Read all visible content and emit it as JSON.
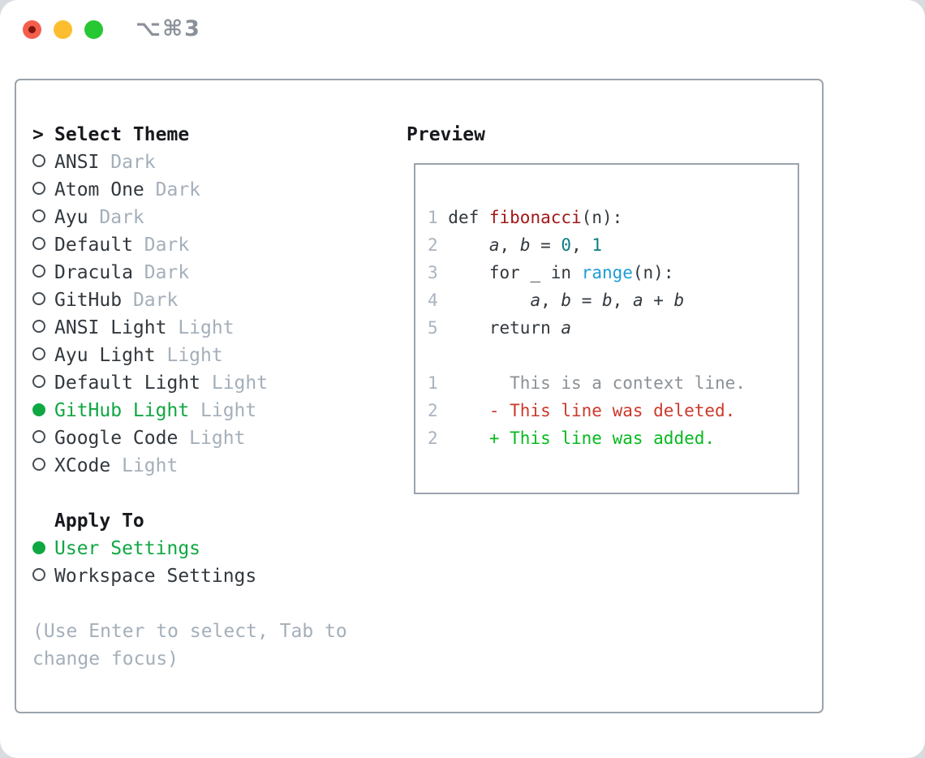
{
  "window": {
    "shortcut_label": "⌥⌘3",
    "traffic_lights": [
      "close",
      "minimize",
      "zoom"
    ]
  },
  "theme_picker": {
    "header": "Select Theme",
    "header_prefix": ">",
    "items": [
      {
        "label": "ANSI",
        "variant": "Dark",
        "selected": false
      },
      {
        "label": "Atom One",
        "variant": "Dark",
        "selected": false
      },
      {
        "label": "Ayu",
        "variant": "Dark",
        "selected": false
      },
      {
        "label": "Default",
        "variant": "Dark",
        "selected": false
      },
      {
        "label": "Dracula",
        "variant": "Dark",
        "selected": false
      },
      {
        "label": "GitHub",
        "variant": "Dark",
        "selected": false
      },
      {
        "label": "ANSI Light",
        "variant": "Light",
        "selected": false
      },
      {
        "label": "Ayu Light",
        "variant": "Light",
        "selected": false
      },
      {
        "label": "Default Light",
        "variant": "Light",
        "selected": false
      },
      {
        "label": "GitHub Light",
        "variant": "Light",
        "selected": true
      },
      {
        "label": "Google Code",
        "variant": "Light",
        "selected": false
      },
      {
        "label": "XCode",
        "variant": "Light",
        "selected": false
      }
    ]
  },
  "apply_to": {
    "header": "Apply To",
    "items": [
      {
        "label": "User Settings",
        "selected": true
      },
      {
        "label": "Workspace Settings",
        "selected": false
      }
    ]
  },
  "help_lines": [
    "(Use Enter to select, Tab to",
    "change focus)"
  ],
  "preview": {
    "header": "Preview",
    "lines": [
      {
        "num": "1",
        "tokens": [
          {
            "t": "def ",
            "c": "kw"
          },
          {
            "t": "fibonacci",
            "c": "func"
          },
          {
            "t": "(n):",
            "c": "plain"
          }
        ]
      },
      {
        "num": "2",
        "tokens": [
          {
            "t": "    ",
            "c": "plain"
          },
          {
            "t": "a",
            "c": "var"
          },
          {
            "t": ", ",
            "c": "plain"
          },
          {
            "t": "b",
            "c": "var"
          },
          {
            "t": " = ",
            "c": "plain"
          },
          {
            "t": "0",
            "c": "num"
          },
          {
            "t": ", ",
            "c": "plain"
          },
          {
            "t": "1",
            "c": "num"
          }
        ]
      },
      {
        "num": "3",
        "tokens": [
          {
            "t": "    for _ in ",
            "c": "plain"
          },
          {
            "t": "range",
            "c": "builtin"
          },
          {
            "t": "(n):",
            "c": "plain"
          }
        ]
      },
      {
        "num": "4",
        "tokens": [
          {
            "t": "        ",
            "c": "plain"
          },
          {
            "t": "a",
            "c": "var"
          },
          {
            "t": ", ",
            "c": "plain"
          },
          {
            "t": "b",
            "c": "var"
          },
          {
            "t": " = ",
            "c": "plain"
          },
          {
            "t": "b",
            "c": "var"
          },
          {
            "t": ", ",
            "c": "plain"
          },
          {
            "t": "a",
            "c": "var"
          },
          {
            "t": " + ",
            "c": "plain"
          },
          {
            "t": "b",
            "c": "var"
          }
        ]
      },
      {
        "num": "5",
        "tokens": [
          {
            "t": "    return ",
            "c": "plain"
          },
          {
            "t": "a",
            "c": "var"
          }
        ]
      },
      {
        "num": "",
        "tokens": []
      },
      {
        "num": "1",
        "tokens": [
          {
            "t": "      This is a context line.",
            "c": "ctx"
          }
        ]
      },
      {
        "num": "2",
        "tokens": [
          {
            "t": "    ",
            "c": "plain"
          },
          {
            "t": "- This line was deleted.",
            "c": "del"
          }
        ]
      },
      {
        "num": "2",
        "tokens": [
          {
            "t": "    ",
            "c": "plain"
          },
          {
            "t": "+ This line was added.",
            "c": "add"
          }
        ]
      }
    ]
  },
  "colors": {
    "fg": "#32383e",
    "heading": "#17191d",
    "muted": "#a4afba",
    "lineno": "#a8b3c0",
    "ctx": "#8b9197",
    "del": "#cb392b",
    "add": "#07b91f",
    "green": "#0fa742",
    "func": "#a31717",
    "teal": "#0b7d84",
    "blue": "#1d9cd8",
    "border": "#9aa4ad",
    "tl-red": "#f45f4d",
    "tl-red-dot": "#7c150c",
    "tl-yellow": "#fcbd2f",
    "tl-green": "#28c734",
    "shortcut": "#8b9199"
  }
}
